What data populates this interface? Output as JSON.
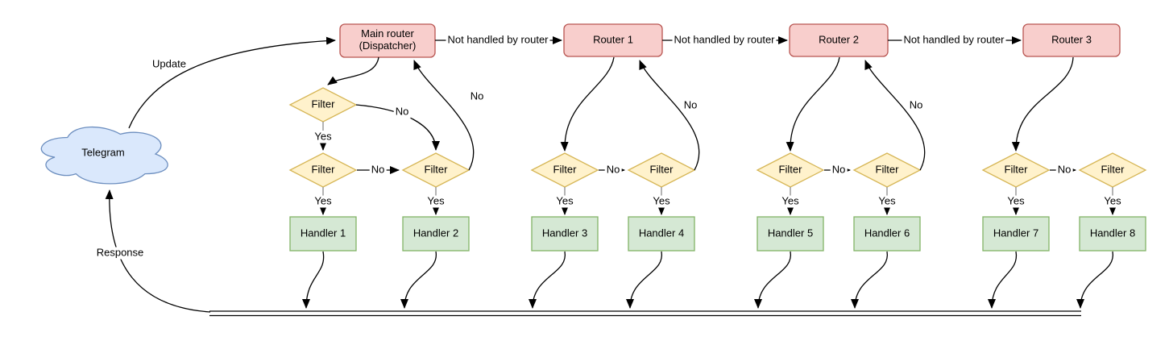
{
  "colors": {
    "background": "#ffffff",
    "text": "#000000",
    "edge": "#000000",
    "edge-muted": "#8c8c8c",
    "cloud-fill": "#dae8fc",
    "cloud-stroke": "#6c8ebf",
    "router-fill": "#f8cecc",
    "router-stroke": "#b85450",
    "filter-fill": "#fff2cc",
    "filter-stroke": "#d6b656",
    "handler-fill": "#d5e8d4",
    "handler-stroke": "#82b366"
  },
  "nodes": {
    "telegram": "Telegram",
    "dispatcher": "Main router (Dispatcher)",
    "routers": [
      "Router 1",
      "Router 2",
      "Router 3"
    ],
    "filter": "Filter",
    "handlers": [
      "Handler 1",
      "Handler 2",
      "Handler 3",
      "Handler 4",
      "Handler 5",
      "Handler 6",
      "Handler 7",
      "Handler 8"
    ]
  },
  "edges": {
    "update": "Update",
    "response": "Response",
    "not_handled": "Not handled by router",
    "yes": "Yes",
    "no": "No"
  }
}
